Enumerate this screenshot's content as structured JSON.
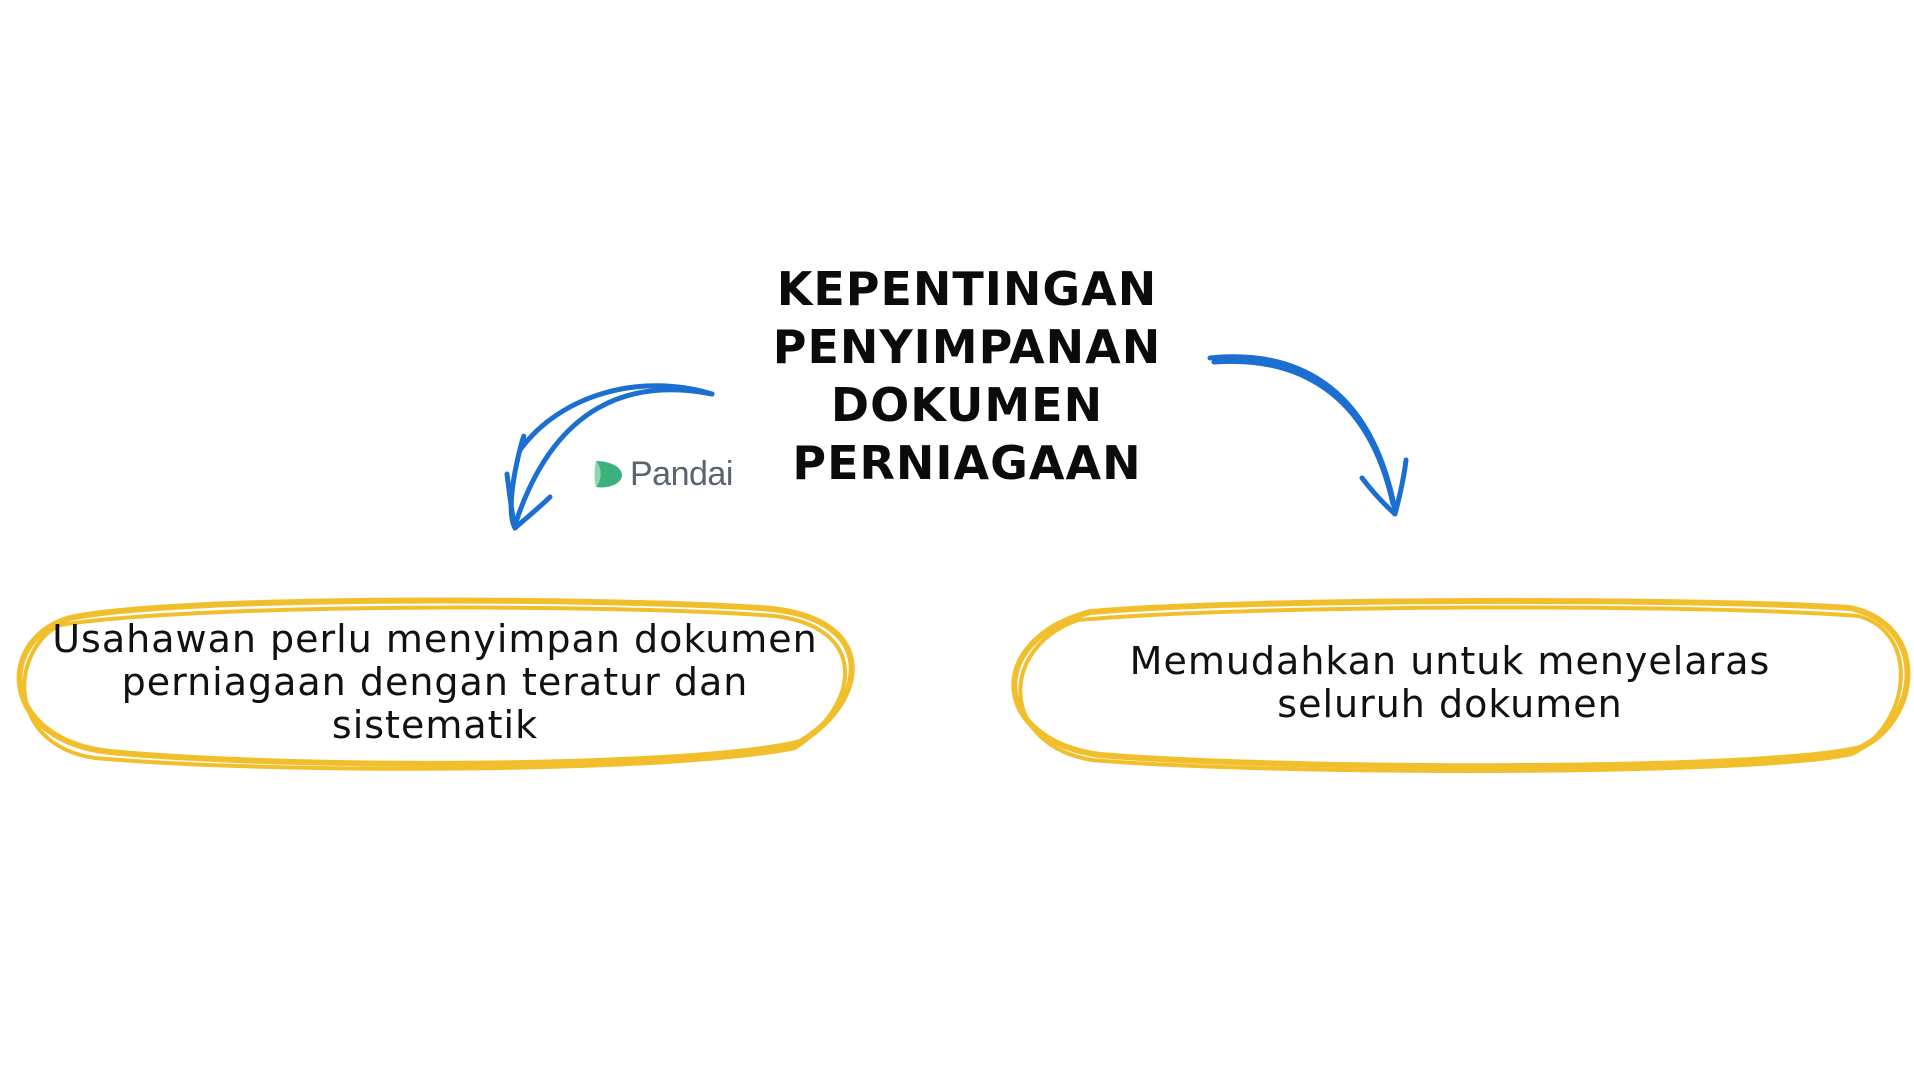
{
  "diagram": {
    "title_lines": [
      "KEPENTINGAN",
      "PENYIMPANAN",
      "DOKUMEN",
      "PERNIAGAAN"
    ],
    "nodes": [
      {
        "id": "left",
        "text_lines": [
          "Usahawan perlu menyimpan dokumen",
          "perniagaan dengan teratur dan",
          "sistematik"
        ]
      },
      {
        "id": "right",
        "text_lines": [
          "Memudahkan untuk menyelaras",
          "seluruh dokumen"
        ]
      }
    ],
    "colors": {
      "title": "#0b0b0b",
      "arrow": "#1a6fd1",
      "ellipse_outline": "#f2bf2c",
      "node_text": "#111111",
      "logo_text": "#5a6470",
      "logo_mark": "#3db17d"
    }
  },
  "watermark": {
    "text": "Pandai",
    "icon": "pandai-leaf-icon"
  }
}
